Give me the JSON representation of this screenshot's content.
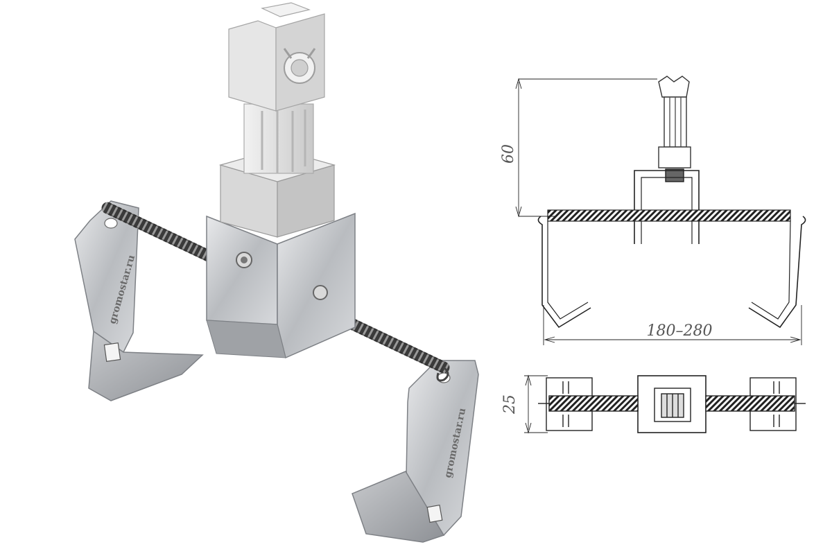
{
  "product_render": {
    "watermark_left": "gromostar.ru",
    "watermark_right": "gromostar.ru"
  },
  "drawing": {
    "height_dim": "60",
    "span_dim": "180–280",
    "depth_dim": "25"
  }
}
